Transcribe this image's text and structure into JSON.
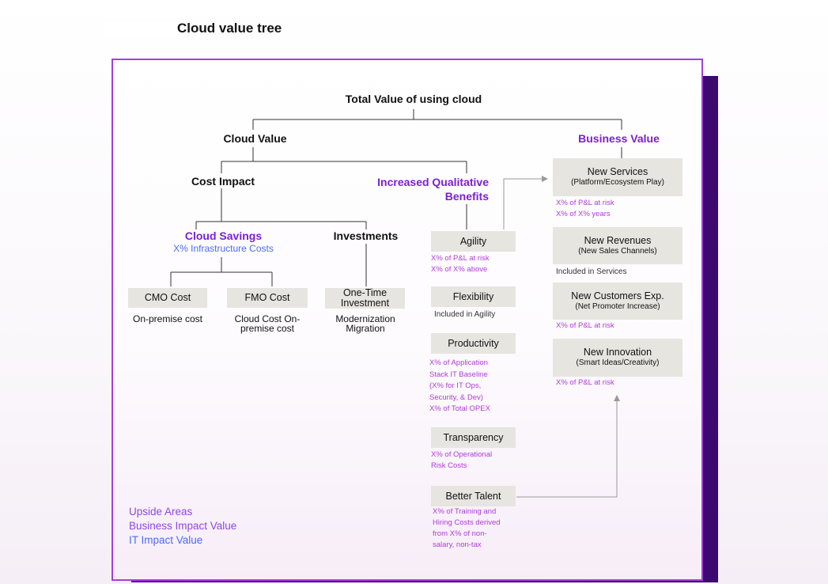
{
  "page": {
    "title": "Cloud value tree"
  },
  "tree": {
    "root": "Total Value of using cloud",
    "cloud_value": "Cloud Value",
    "business_value": "Business Value",
    "cost_impact": "Cost Impact",
    "qualitative_benefits": "Increased Qualitative Benefits",
    "cloud_savings": {
      "title": "Cloud Savings",
      "subtitle": "X% Infrastructure Costs"
    },
    "investments": "Investments",
    "cmo": {
      "label": "CMO Cost",
      "note": "On-premise cost"
    },
    "fmo": {
      "label": "FMO Cost",
      "note": "Cloud Cost On-premise cost"
    },
    "one_time": {
      "label": "One-Time Investment",
      "note": "Modernization Migration"
    },
    "agility": {
      "label": "Agility",
      "note": "X% of P&L at risk\nX% of X% above"
    },
    "flexibility": {
      "label": "Flexibility",
      "note": "Included in Agility"
    },
    "productivity": {
      "label": "Productivity",
      "note": "X% of Application\nStack IT Baseline\n(X% for IT Ops,\nSecurity, & Dev)\nX% of Total OPEX"
    },
    "transparency": {
      "label": "Transparency",
      "note": "X% of Operational\nRisk Costs"
    },
    "better_talent": {
      "label": "Better Talent",
      "note": "X% of Training and\nHiring Costs derived\nfrom X% of non-\nsalary, non-tax"
    },
    "new_services": {
      "label": "New Services",
      "sub": "(Platform/Ecosystem Play)",
      "note": "X% of P&L at risk\nX% of X% years"
    },
    "new_revenues": {
      "label": "New Revenues",
      "sub": "(New Sales Channels)",
      "note": "Included in Services"
    },
    "new_customers": {
      "label": "New Customers Exp.",
      "sub": "(Net Promoter Increase)",
      "note": "X% of P&L at risk"
    },
    "new_innovation": {
      "label": "New Innovation",
      "sub": "(Smart Ideas/Creativity)",
      "note": "X% of P&L at risk"
    }
  },
  "legend": {
    "upside": "Upside Areas",
    "business_impact": "Business Impact Value",
    "it_impact": "IT Impact Value"
  },
  "colors": {
    "accent": "#7c1fd1",
    "frame": "#a43ee0",
    "it_blue": "#4a6cf7",
    "box_gray": "#e6e5e0"
  }
}
